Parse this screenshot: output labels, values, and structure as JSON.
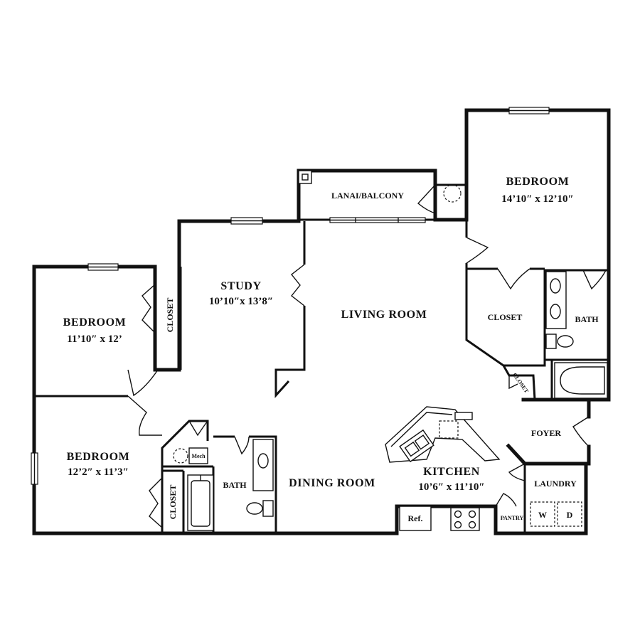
{
  "rooms": {
    "bedroom_master": {
      "name": "BEDROOM",
      "dims": "14’10″ x 12’10″"
    },
    "bath_master": {
      "name": "BATH"
    },
    "closet_master": {
      "name": "CLOSET"
    },
    "closet_small": {
      "name": "CLOSET"
    },
    "lanai": {
      "name": "LANAI/BALCONY"
    },
    "study": {
      "name": "STUDY",
      "dims": "10’10″x 13’8″"
    },
    "living": {
      "name": "LIVING ROOM"
    },
    "bedroom_left_upper": {
      "name": "BEDROOM",
      "dims": "11’10″ x 12’"
    },
    "closet_left_upper": {
      "name": "CLOSET"
    },
    "bedroom_left_lower": {
      "name": "BEDROOM",
      "dims": "12’2″ x 11’3″"
    },
    "closet_left_lower": {
      "name": "CLOSET"
    },
    "mech": {
      "name": "Mech"
    },
    "bath_hall": {
      "name": "BATH"
    },
    "dining": {
      "name": "DINING ROOM"
    },
    "kitchen": {
      "name": "KITCHEN",
      "dims": "10’6″ x 11’10″"
    },
    "foyer": {
      "name": "FOYER"
    },
    "laundry": {
      "name": "LAUNDRY"
    },
    "pantry": {
      "name": "PANTRY"
    }
  },
  "appliances": {
    "fridge": "Ref.",
    "washer": "W",
    "dryer": "D"
  }
}
